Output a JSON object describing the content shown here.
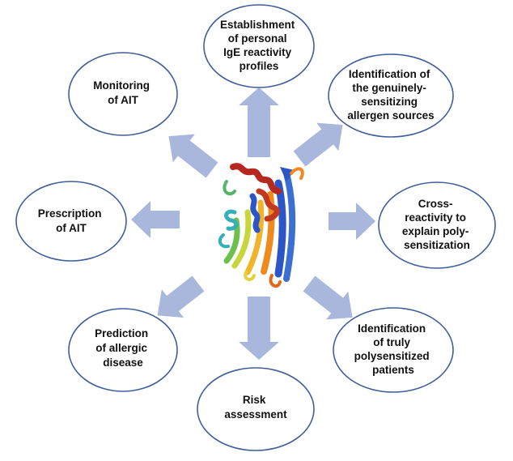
{
  "diagram": {
    "nodes": [
      {
        "id": "establishment",
        "lines": [
          "Establishment",
          "of personal",
          "IgE reactivity",
          "profiles"
        ]
      },
      {
        "id": "identification-sources",
        "lines": [
          "Identification of",
          "the genuinely-",
          "sensitizing",
          "allergen sources"
        ]
      },
      {
        "id": "cross-reactivity",
        "lines": [
          "Cross-",
          "reactivity to",
          "explain poly-",
          "sensitization"
        ]
      },
      {
        "id": "identification-patients",
        "lines": [
          "Identification",
          "of truly",
          "polysensitized",
          "patients"
        ]
      },
      {
        "id": "risk",
        "lines": [
          "Risk",
          "assessment"
        ]
      },
      {
        "id": "prediction",
        "lines": [
          "Prediction",
          "of  allergic",
          "disease"
        ]
      },
      {
        "id": "prescription",
        "lines": [
          "Prescription",
          "of AIT"
        ]
      },
      {
        "id": "monitoring",
        "lines": [
          "Monitoring",
          "of AIT"
        ]
      }
    ],
    "colors": {
      "ellipse_stroke": "#3f5f9a",
      "arrow_fill": "#a9b7dc",
      "protein_helix_red": "#b5281f",
      "protein_blue": "#2c55c6",
      "protein_orange": "#ef8a1e",
      "protein_green": "#6fc04a",
      "protein_yellow": "#d8d23a",
      "protein_cyan": "#35b0b8"
    }
  }
}
